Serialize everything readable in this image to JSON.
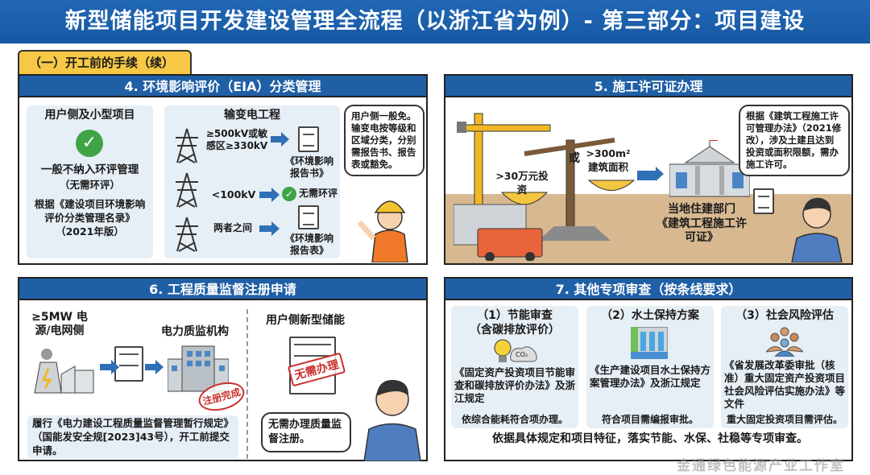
{
  "title": "新型储能项目开发建设管理全流程（以浙江省为例）- 第三部分：项目建设",
  "section_tab": "（一）开工前的手续（续）",
  "p4": {
    "title": "4. 环境影响评价（EIA）分类管理",
    "left": {
      "heading": "用户侧及小型项目",
      "text1": "一般不纳入环评管理",
      "text2": "（无需环评）",
      "basis": "根据《建设项目环境影响评价分类管理名录》（2021年版）"
    },
    "mid": {
      "heading": "输变电工程",
      "rows": [
        {
          "cond": "≥500kV或敏感区≥330kV",
          "result": "《环境影响报告书》"
        },
        {
          "cond": "<100kV",
          "result": "无需环评"
        },
        {
          "cond": "两者之间",
          "result": "《环境影响报告表》"
        }
      ]
    },
    "bubble": "用户侧一般免。输变电按等级和区域分类，分别需报告书、报告表或豁免。"
  },
  "p5": {
    "title": "5. 施工许可证办理",
    "scale_left": ">30万元投资",
    "or": "或",
    "scale_right": ">300m² 建筑面积",
    "dept": "当地住建部门",
    "permit": "《建筑工程施工许可证》",
    "bubble": "根据《建筑工程施工许可管理办法》（2021修改），涉及土建且达到投资或面积限额，需办施工许可。"
  },
  "p6": {
    "title": "6. 工程质量监督注册申请",
    "source": "≥5MW 电源/电网侧",
    "agency": "电力质监机构",
    "stamp_done": "注册完成",
    "note": "履行《电力建设工程质量监督管理暂行规定》（国能发安全规[2023]43号），开工前提交申请。",
    "user_heading": "用户侧新型储能",
    "stamp_no": "无需办理",
    "bubble": "无需办理质量监督注册。"
  },
  "p7": {
    "title": "7. 其他专项审查（按条线要求）",
    "cols": [
      {
        "heading": "（1）节能审查（含碳排放评价）",
        "doc": "《固定资产投资项目节能审查和碳排放评价办法》及浙江规定",
        "note": "依综合能耗符合项办理。"
      },
      {
        "heading": "（2）水土保持方案",
        "doc": "《生产建设项目水土保持方案管理办法》及浙江规定",
        "note": "符合项目需编报审批。"
      },
      {
        "heading": "（3）社会风险评估",
        "doc": "《省发展改革委审批（核准）重大固定资产投资项目社会风险评估实施办法》等文件",
        "note": "重大固定投资项目需评估。"
      }
    ],
    "footer": "依据具体规定和项目特征，落实节能、水保、社稳等专项审查。"
  },
  "watermark": "金通绿色能源产业工作室",
  "icons": {
    "co2": "CO₂",
    "check": "✓"
  }
}
